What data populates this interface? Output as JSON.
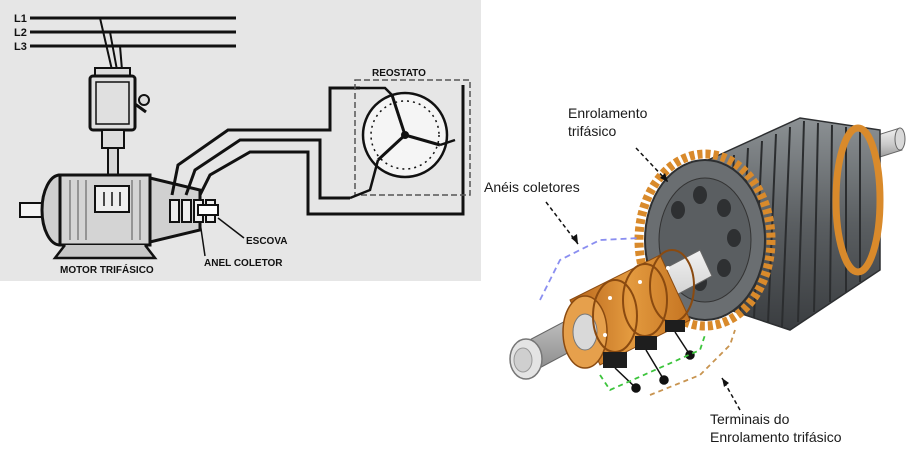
{
  "left_diagram": {
    "line_labels": [
      "L1",
      "L2",
      "L3"
    ],
    "rheostat_label": "REOSTATO",
    "brush_label": "ESCOVA",
    "collector_ring_label": "ANEL COLETOR",
    "motor_label": "MOTOR TRIFÁSICO",
    "background_color": "#e6e6e6"
  },
  "right_diagram": {
    "winding_label_line1": "Enrolamento",
    "winding_label_line2": "trifásico",
    "rings_label": "Anéis coletores",
    "terminals_label_line1": "Terminais do",
    "terminals_label_line2": "Enrolamento trifásico",
    "copper_color": "#d98a2b",
    "iron_color": "#5f6366"
  }
}
